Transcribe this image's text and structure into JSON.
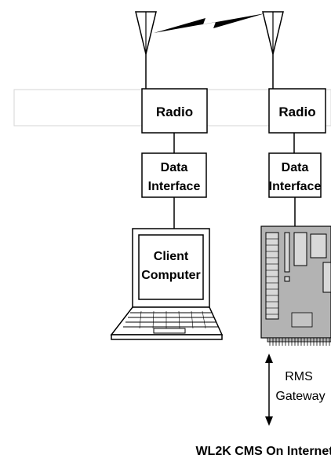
{
  "diagram": {
    "left_node": {
      "radio_label": "Radio",
      "interface_line1": "Data",
      "interface_line2": "Interface",
      "computer_line1": "Client",
      "computer_line2": "Computer"
    },
    "right_node": {
      "radio_label": "Radio",
      "interface_line1": "Data",
      "interface_line2": "Interface",
      "gateway_line1": "RMS",
      "gateway_line2": "Gateway"
    },
    "bottom_label": "WL2K CMS On Internet"
  }
}
